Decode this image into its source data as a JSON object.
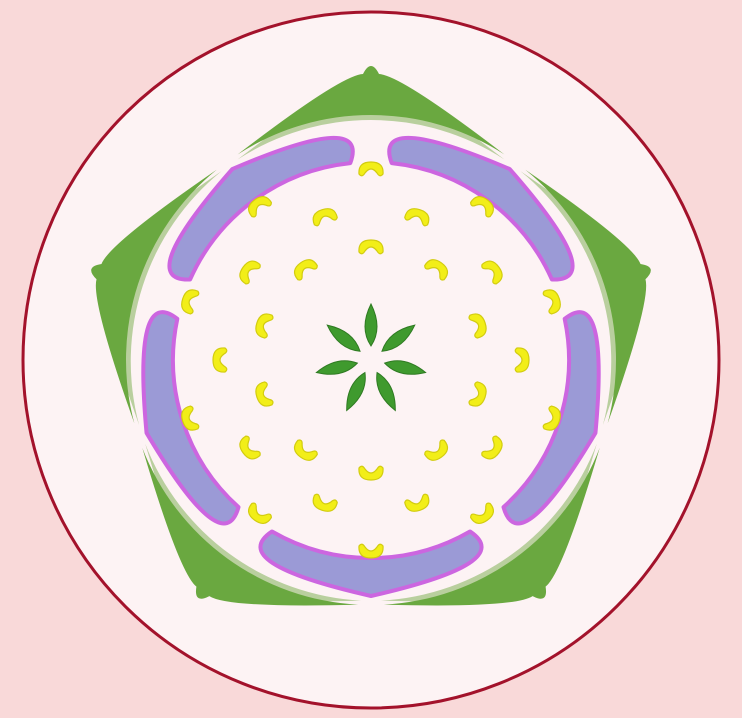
{
  "diagram": {
    "type": "floral-diagram",
    "colors": {
      "page_background": "#f9d9d9",
      "disc_fill": "#fdf3f4",
      "disc_stroke": "#a3122b",
      "sepal": "#6aa840",
      "sepal_shadow": "#b9cf9e",
      "petal_fill": "#9b9ad6",
      "petal_edge": "#cc66e0",
      "stamen": "#f2ee18",
      "stamen_edge": "#d2cc10",
      "carpel": "#3f9a2e",
      "carpel_edge": "#2f7a22"
    },
    "whorls": [
      {
        "name": "calyx",
        "organ": "sepal",
        "count": 5
      },
      {
        "name": "corolla",
        "organ": "petal",
        "count": 5
      },
      {
        "name": "androecium-outer",
        "organ": "stamen",
        "count": 10
      },
      {
        "name": "androecium-middle",
        "organ": "stamen",
        "count": 10
      },
      {
        "name": "androecium-inner",
        "organ": "stamen",
        "count": 10
      },
      {
        "name": "gynoecium",
        "organ": "carpel",
        "count": 7
      }
    ]
  }
}
